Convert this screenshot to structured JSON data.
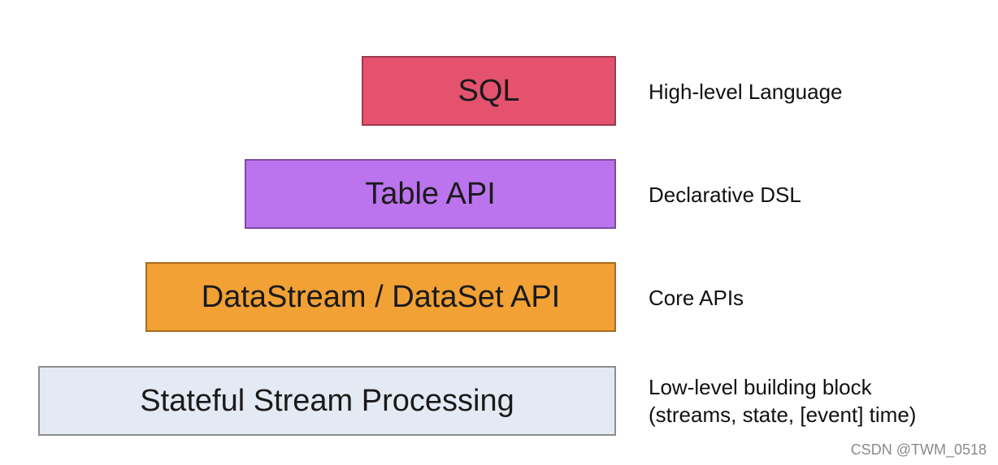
{
  "layers": [
    {
      "label": "SQL",
      "description": "High-level Language",
      "fill": "#e5526e",
      "border": "#9c3b4d"
    },
    {
      "label": "Table API",
      "description": "Declarative DSL",
      "fill": "#bb74ee",
      "border": "#7f4aa6"
    },
    {
      "label": "DataStream / DataSet API",
      "description": "Core APIs",
      "fill": "#f2a135",
      "border": "#a86b1c"
    },
    {
      "label": "Stateful Stream Processing",
      "description_line1": "Low-level building block",
      "description_line2": "(streams, state, [event] time)",
      "fill": "#e4eaf4",
      "border": "#8e8e8e"
    }
  ],
  "watermark": "CSDN @TWM_0518"
}
